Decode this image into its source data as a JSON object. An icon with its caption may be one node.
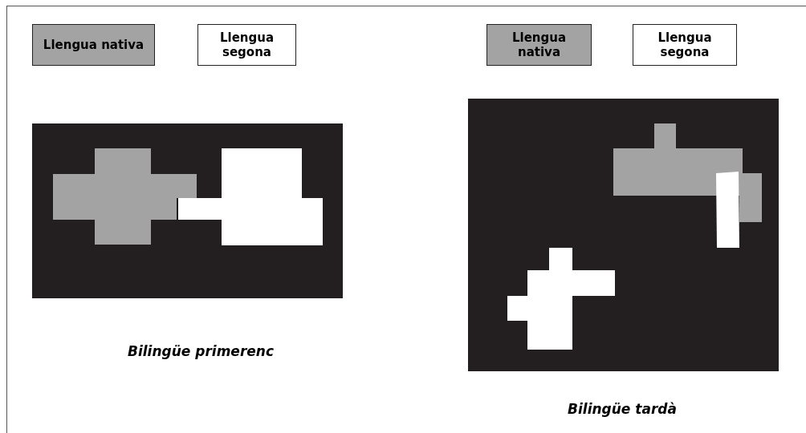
{
  "diagram": {
    "labels": [
      "Bilingüe primerenc",
      "Bilingüe tardà"
    ],
    "legend": [
      {
        "text": "Llengua nativa",
        "color": "#a3a3a3"
      },
      {
        "text": "Llengua segona",
        "color": "#ffffff"
      },
      {
        "text": "Llengua nativa",
        "color": "#a3a3a3"
      },
      {
        "text": "Llengua segona",
        "color": "#ffffff"
      }
    ]
  }
}
